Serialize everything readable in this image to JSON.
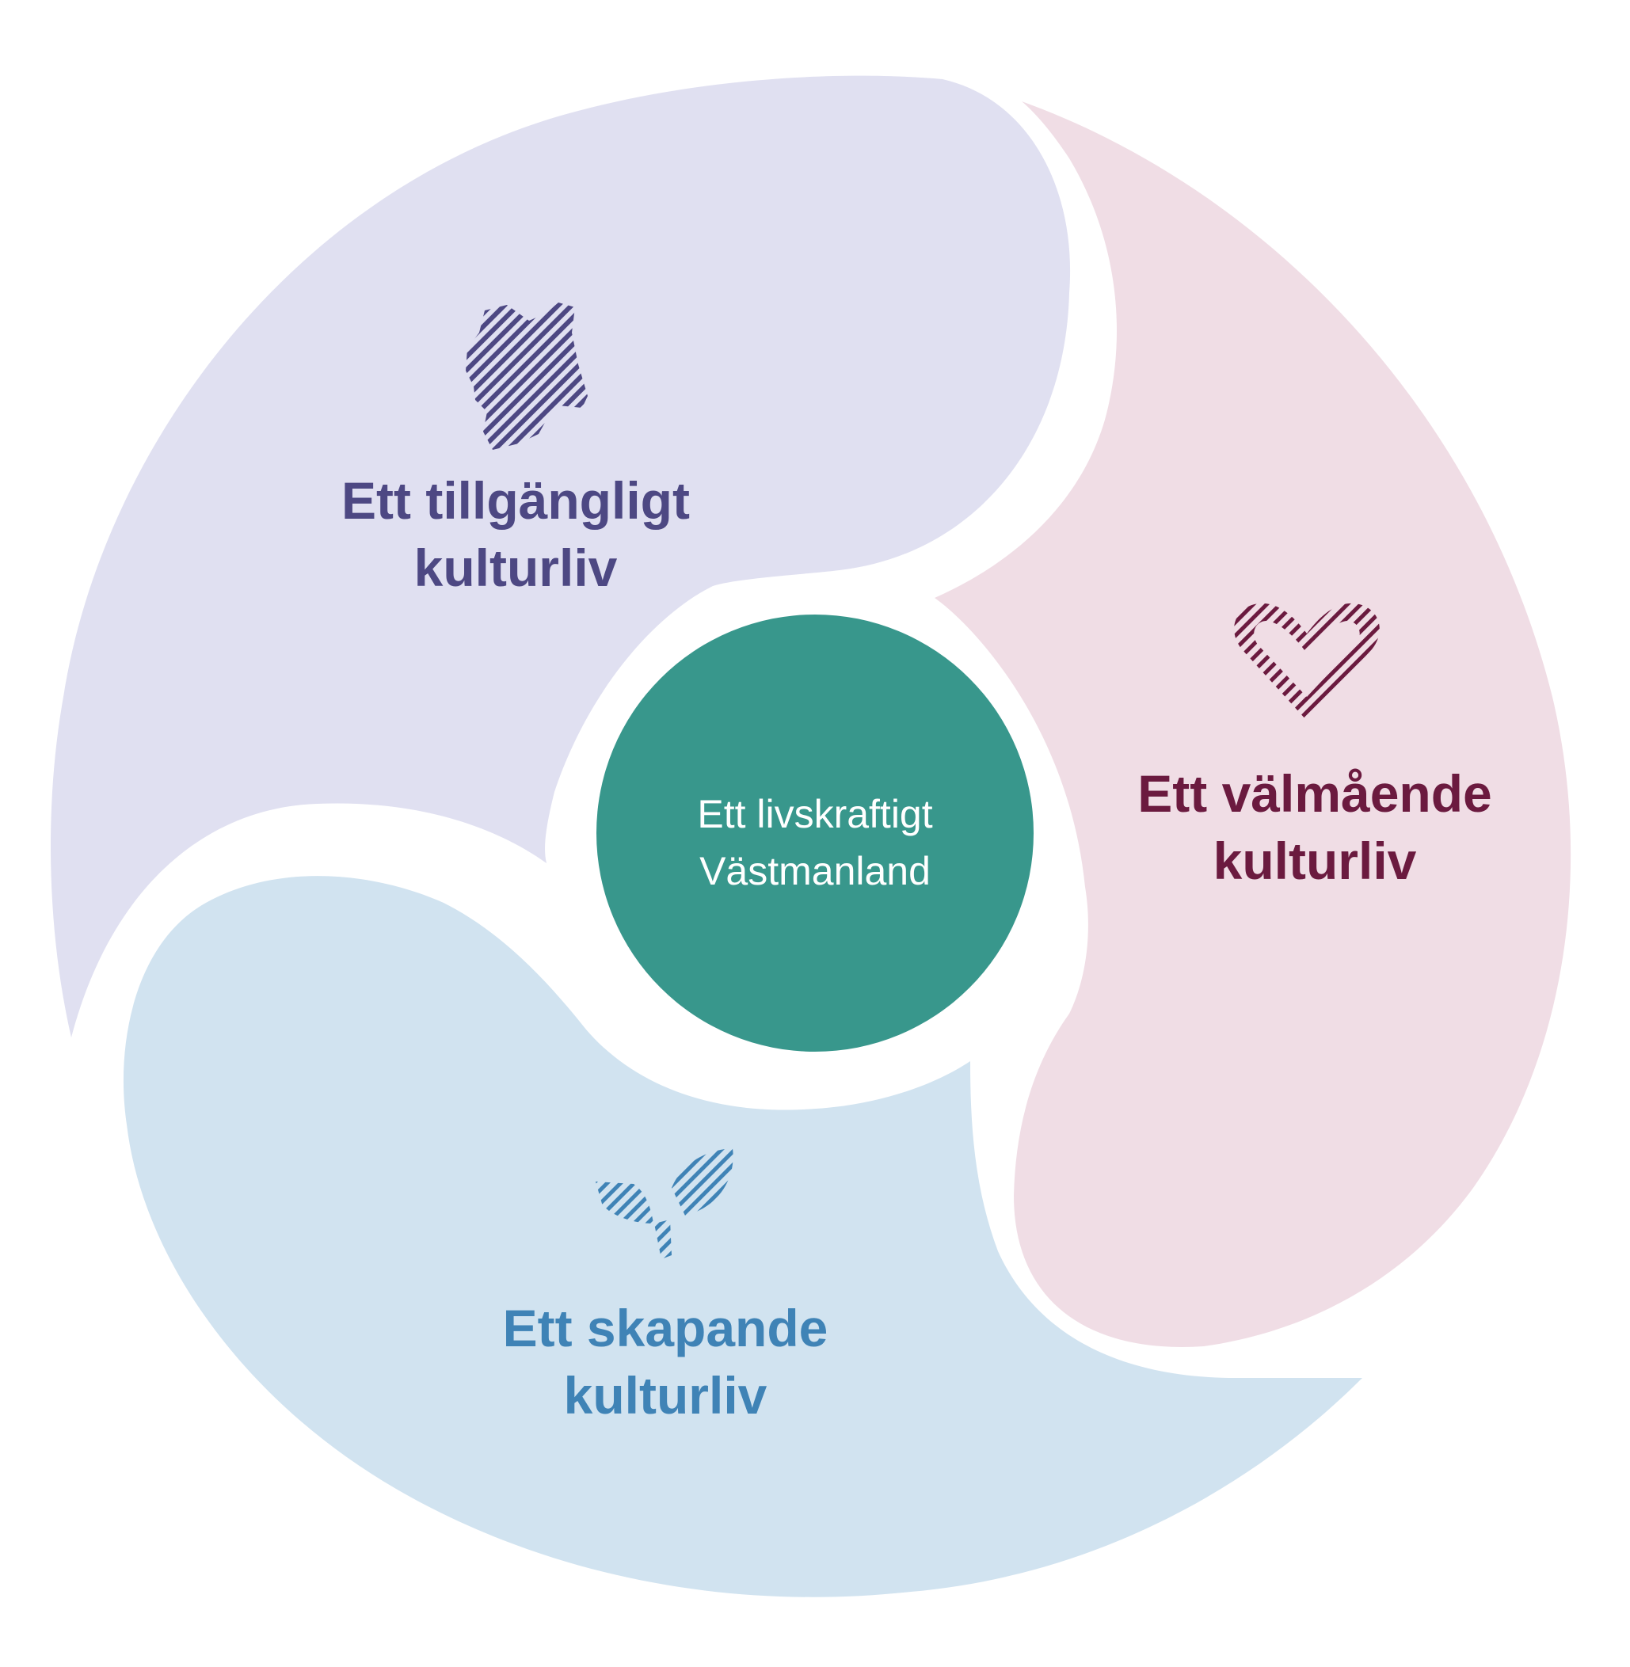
{
  "center": {
    "line1": "Ett livskraftigt",
    "line2": "Västmanland",
    "color": "#38978c"
  },
  "segments": {
    "top": {
      "line1": "Ett tillgängligt",
      "line2": "kulturliv",
      "fill": "#e0e0f1",
      "text_color": "#4d4883",
      "icon": "region-map-icon"
    },
    "right": {
      "line1": "Ett välmående",
      "line2": "kulturliv",
      "fill": "#f0dde5",
      "text_color": "#6b1a3f",
      "icon": "heart-icon"
    },
    "bottom": {
      "line1": "Ett skapande",
      "line2": "kulturliv",
      "fill": "#d1e3f0",
      "text_color": "#3f83b6",
      "icon": "sprout-icon"
    }
  }
}
